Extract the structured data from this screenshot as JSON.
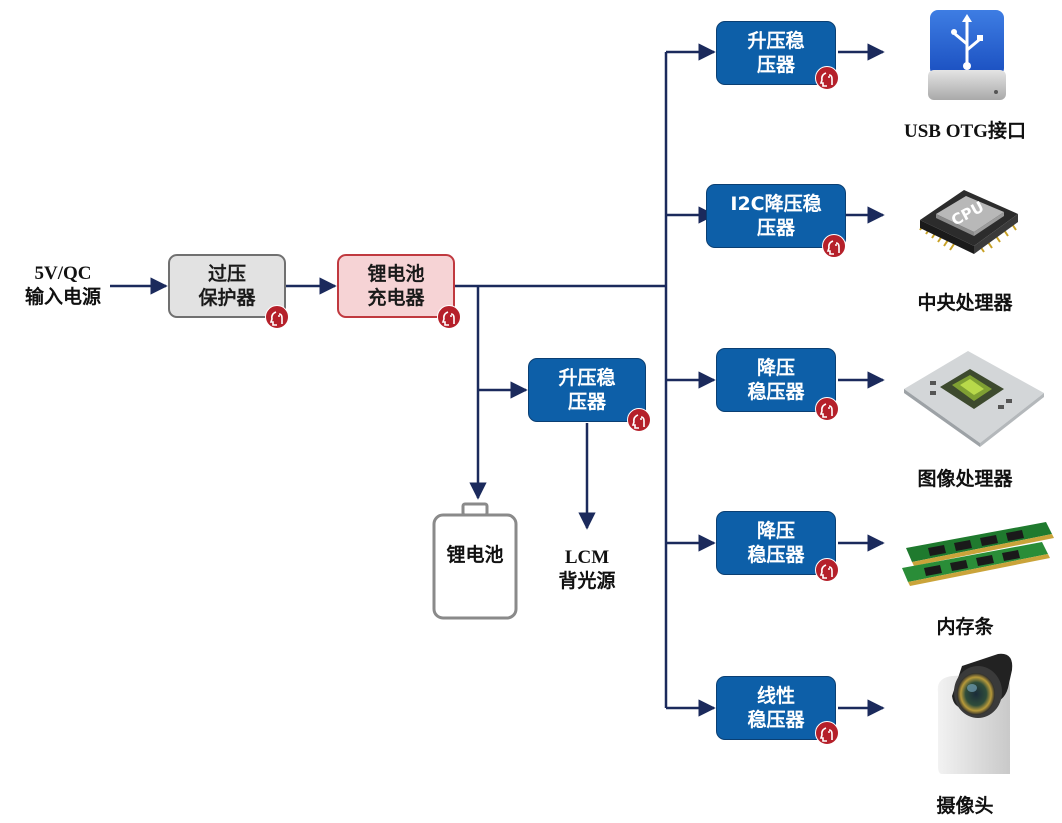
{
  "input": {
    "label": "5V/QC\n输入电源"
  },
  "blocks": {
    "ovp": "过压\n保护器",
    "charger": "锂电池\n充电器",
    "boost_lcm": "升压稳\n压器",
    "battery": "锂电池",
    "boost_usb": "升压稳\n压器",
    "i2c_buck": "I2C降压稳\n压器",
    "buck_gpu": "降压\n稳压器",
    "buck_mem": "降压\n稳压器",
    "ldo_cam": "线性\n稳压器"
  },
  "outputs": {
    "lcm": "LCM\n背光源",
    "usb": "USB OTG接口",
    "cpu": "中央处理器",
    "gpu": "图像处理器",
    "mem": "内存条",
    "cam": "摄像头"
  },
  "icons": {
    "badge": "red-head-badge-icon",
    "usb": "usb-drive-icon",
    "cpu": "cpu-chip-icon",
    "gpu": "gpu-chip-icon",
    "mem": "memory-stick-icon",
    "cam": "camera-lens-icon"
  },
  "colors": {
    "regulator": "#0d5fa8",
    "protection": "#e2e2e2",
    "charger": "#f6d3d5",
    "badge": "#b5202a",
    "wire": "#1b2a5c"
  }
}
